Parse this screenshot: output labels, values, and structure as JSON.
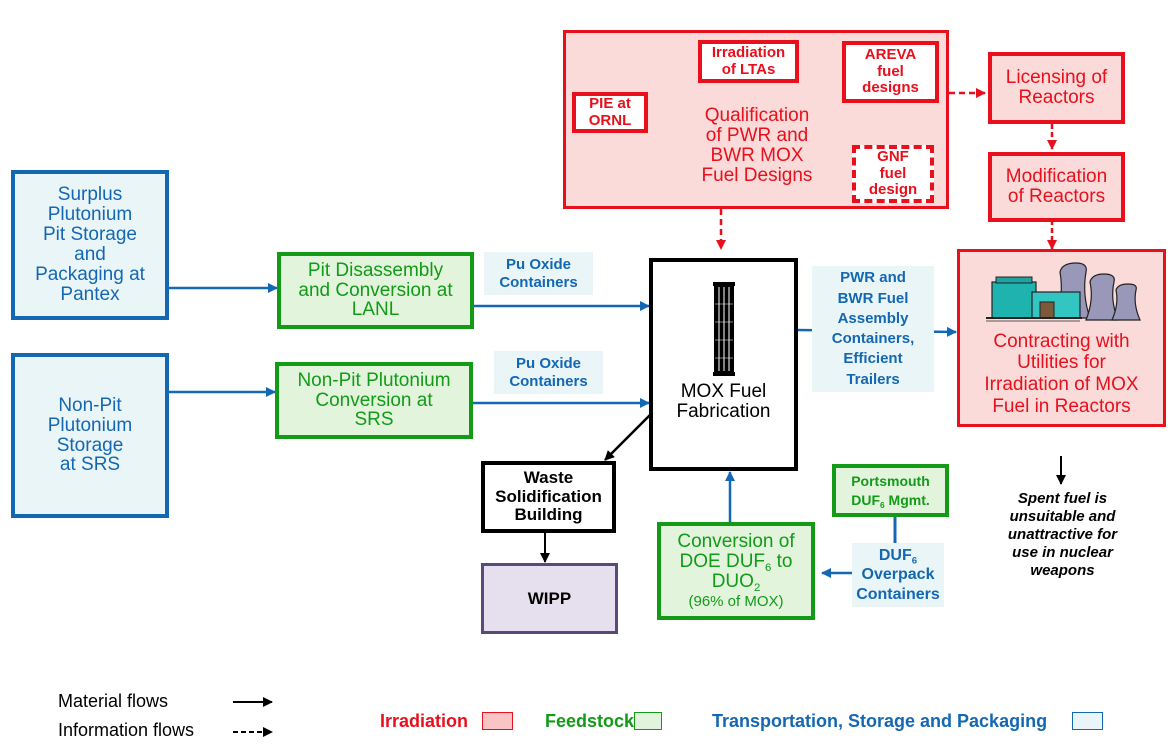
{
  "colors": {
    "irradiation": "#e8101c",
    "feedstock": "#139b18",
    "transport": "#1468b3",
    "irradiation_fill": "#fbdada",
    "feedstock_fill": "#e3f4dd",
    "transport_fill": "#eaf5f8"
  },
  "qualification": {
    "title_lines": [
      "Qualification",
      "of PWR and",
      "BWR MOX",
      "Fuel Designs"
    ],
    "irradiation_ltas": [
      "Irradiation",
      "of LTAs"
    ],
    "pie_ornl": [
      "PIE at",
      "ORNL"
    ],
    "areva": [
      "AREVA",
      "fuel",
      "designs"
    ],
    "gnf": [
      "GNF",
      "fuel",
      "design"
    ]
  },
  "licensing": [
    "Licensing of",
    "Reactors"
  ],
  "modification": [
    "Modification",
    "of Reactors"
  ],
  "contracting": [
    "Contracting with",
    "Utilities for",
    "Irradiation of MOX",
    "Fuel in Reactors"
  ],
  "surplus": [
    "Surplus",
    "Plutonium",
    "Pit Storage",
    "and",
    "Packaging at",
    "Pantex"
  ],
  "nonpit_storage": [
    "Non-Pit",
    "Plutonium",
    "Storage",
    "at SRS"
  ],
  "pit_disassembly": [
    "Pit Disassembly",
    "and Conversion at",
    "LANL"
  ],
  "nonpit_conversion": [
    "Non-Pit Plutonium",
    "Conversion at",
    "SRS"
  ],
  "pu_oxide_1": [
    "Pu Oxide",
    "Containers"
  ],
  "pu_oxide_2": [
    "Pu Oxide",
    "Containers"
  ],
  "mox": [
    "MOX Fuel",
    "Fabrication"
  ],
  "fuel_assembly_label": [
    "PWR and",
    "BWR Fuel",
    "Assembly",
    "Containers,",
    "Efficient",
    "Trailers"
  ],
  "waste": [
    "Waste",
    "Solidification",
    "Building"
  ],
  "wipp": "WIPP",
  "conversion_duf6": {
    "line1": "Conversion of",
    "line2_pre": "DOE DUF",
    "line2_sub": "6",
    "line2_post": " to",
    "line3_pre": "DUO",
    "line3_sub": "2",
    "line4": "(96% of MOX)"
  },
  "portsmouth": {
    "line1": "Portsmouth",
    "line2_pre": "DUF",
    "line2_sub": "6",
    "line2_post": " Mgmt."
  },
  "duf6_overpack": {
    "line1_pre": "DUF",
    "line1_sub": "6",
    "line2": "Overpack",
    "line3": "Containers"
  },
  "spent_fuel_note": [
    "Spent fuel is",
    "unsuitable and",
    "unattractive for",
    "use in nuclear",
    "weapons"
  ],
  "legend": {
    "material_flows": "Material flows",
    "information_flows": "Information flows",
    "irradiation": "Irradiation",
    "feedstock": "Feedstock",
    "transport": "Transportation, Storage and Packaging"
  }
}
